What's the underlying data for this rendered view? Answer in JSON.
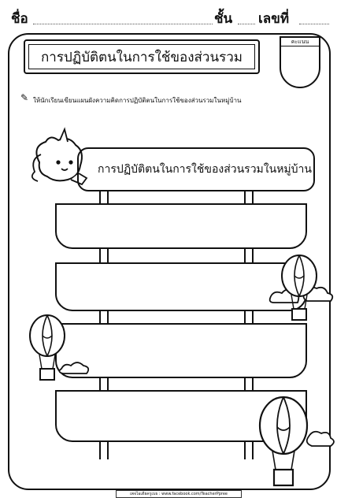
{
  "header": {
    "name_label": "ชื่อ",
    "class_label": "ชั้น",
    "number_label": "เลขที่"
  },
  "worksheet": {
    "title": "การปฏิบัติตนในการใช้ของส่วนรวม",
    "score_label": "คะแนน",
    "instruction": "ให้นักเรียนเขียนแผนผังความคิดการปฏิบัติตนในการใช้ของส่วนรวมในหมู่บ้าน",
    "diagram_heading": "การปฏิบัติตนในการใช้ของส่วนรวมในหมู่บ้าน"
  },
  "footer": {
    "credit": "เพจไอเดียครูเบธ : www.facebook.com/TeacherPpree"
  },
  "icons": {
    "pencil": "pencil-icon",
    "unicorn": "unicorn-illustration",
    "balloon": "hot-air-balloon-illustration",
    "cloud": "cloud-illustration"
  }
}
